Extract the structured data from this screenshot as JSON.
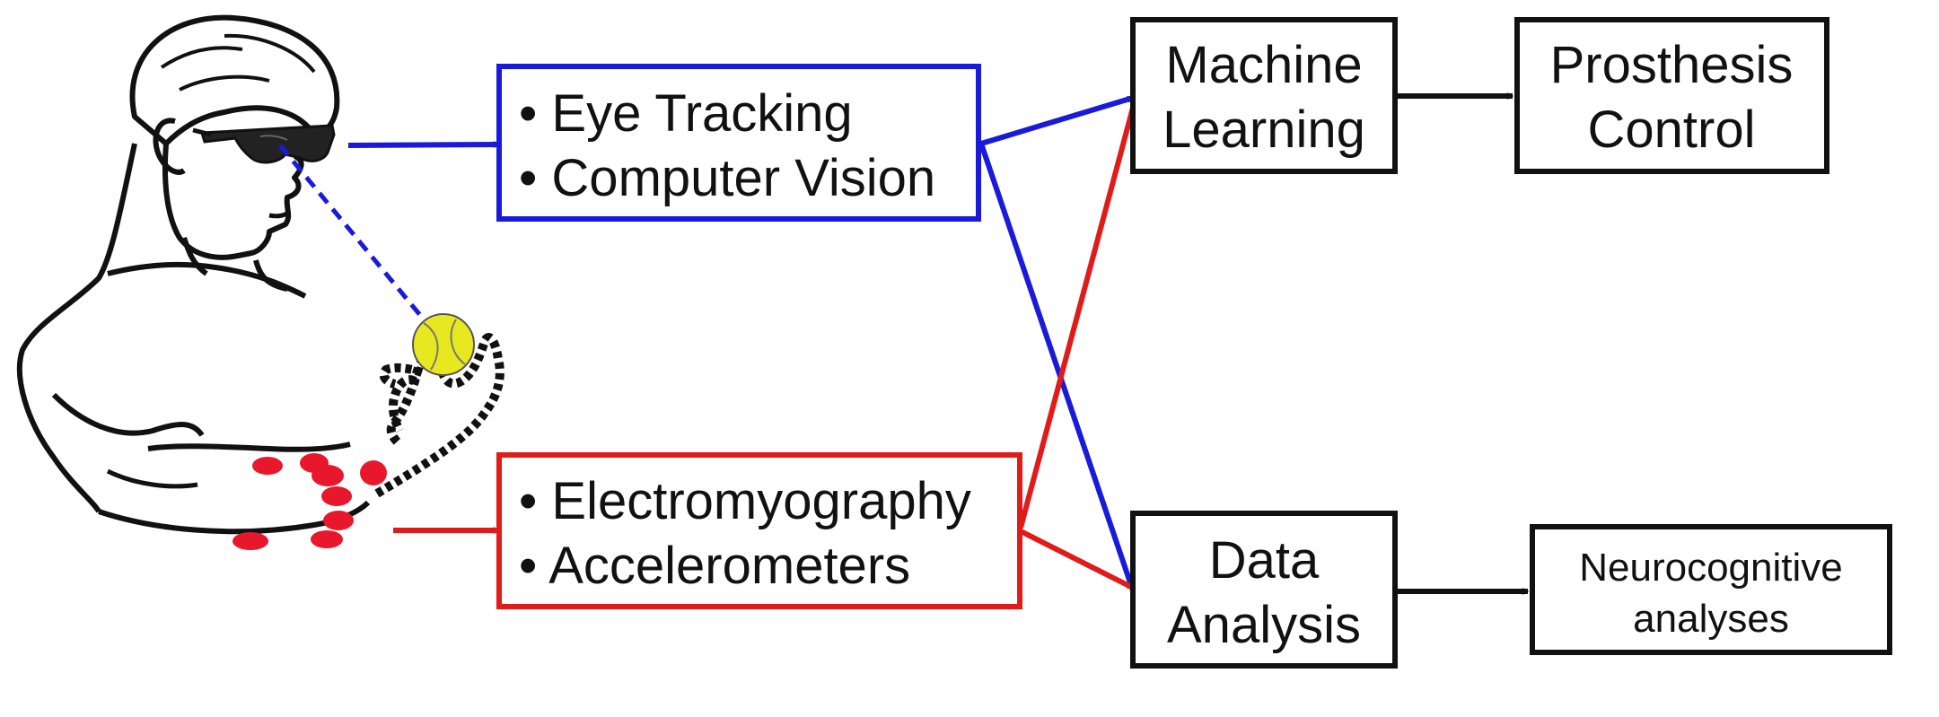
{
  "figure": {
    "person_illustration": "person wearing eye-tracking glasses looking at a ball, with a dashed prosthetic hand and red electrodes on the forearm",
    "colors": {
      "vision_path": "#1a1adb",
      "emg_path": "#e11a1a",
      "neutral": "#111111",
      "ball": "#e8e820",
      "electrode": "#e8172c"
    }
  },
  "sensors": {
    "vision": {
      "items": [
        "• Eye Tracking",
        "• Computer Vision"
      ]
    },
    "emg": {
      "items": [
        "• Electromyography",
        "• Accelerometers"
      ]
    }
  },
  "processing": {
    "machine_learning": {
      "lines": [
        "Machine",
        "Learning"
      ]
    },
    "data_analysis": {
      "lines": [
        "Data",
        "Analysis"
      ]
    }
  },
  "outputs": {
    "prosthesis_control": {
      "lines": [
        "Prosthesis",
        "Control"
      ]
    },
    "neurocognitive": {
      "lines": [
        "Neurocognitive",
        "analyses"
      ]
    }
  }
}
